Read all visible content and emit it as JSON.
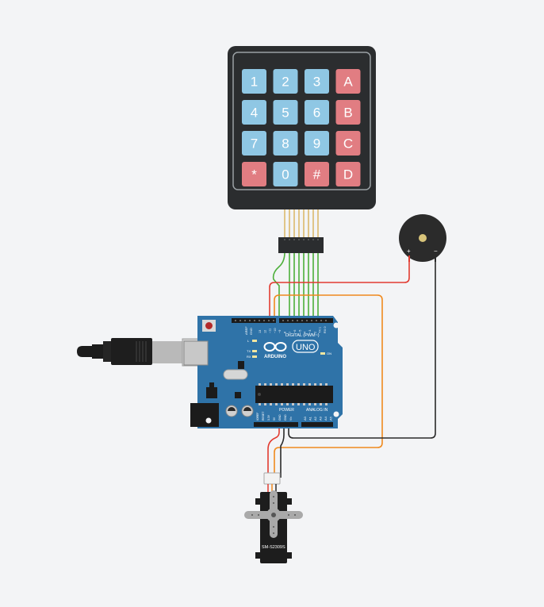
{
  "colors": {
    "background": "#f3f4f6",
    "board": "#2f73a8",
    "keypad_body": "#2b2d2f",
    "key_blue": "#8fc7e4",
    "key_red": "#e17d82",
    "wire_red": "#e23b30",
    "wire_orange": "#f08a1e",
    "wire_green": "#4caf3a",
    "wire_black": "#2a2a2a"
  },
  "keypad": {
    "keys": [
      {
        "label": "1",
        "color": "blue"
      },
      {
        "label": "2",
        "color": "blue"
      },
      {
        "label": "3",
        "color": "blue"
      },
      {
        "label": "A",
        "color": "red"
      },
      {
        "label": "4",
        "color": "blue"
      },
      {
        "label": "5",
        "color": "blue"
      },
      {
        "label": "6",
        "color": "blue"
      },
      {
        "label": "B",
        "color": "red"
      },
      {
        "label": "7",
        "color": "blue"
      },
      {
        "label": "8",
        "color": "blue"
      },
      {
        "label": "9",
        "color": "blue"
      },
      {
        "label": "C",
        "color": "red"
      },
      {
        "label": "*",
        "color": "red"
      },
      {
        "label": "0",
        "color": "blue"
      },
      {
        "label": "#",
        "color": "red"
      },
      {
        "label": "D",
        "color": "red"
      }
    ]
  },
  "arduino": {
    "brand": "ARDUINO",
    "model": "UNO",
    "digital_label": "DIGITAL (PWM~)",
    "power_label": "POWER",
    "analog_label": "ANALOG IN",
    "on_label": "ON",
    "led_l": "L",
    "led_tx": "TX",
    "led_rx": "RX",
    "aref": "AREF",
    "gnd": "GND",
    "digital_pins": [
      "13",
      "12",
      "~11",
      "~10",
      "~9",
      "8",
      "7",
      "~6",
      "~5",
      "4",
      "~3",
      "2",
      "TX 1",
      "RX 0"
    ],
    "power_pins": [
      "IOREF",
      "RESET",
      "3.3V",
      "5V",
      "GND",
      "GND",
      "Vin"
    ],
    "analog_pins": [
      "A0",
      "A1",
      "A2",
      "A3",
      "A4",
      "A5"
    ]
  },
  "buzzer": {
    "plus": "+",
    "minus": "−"
  },
  "servo": {
    "model": "SM-S2309S"
  }
}
